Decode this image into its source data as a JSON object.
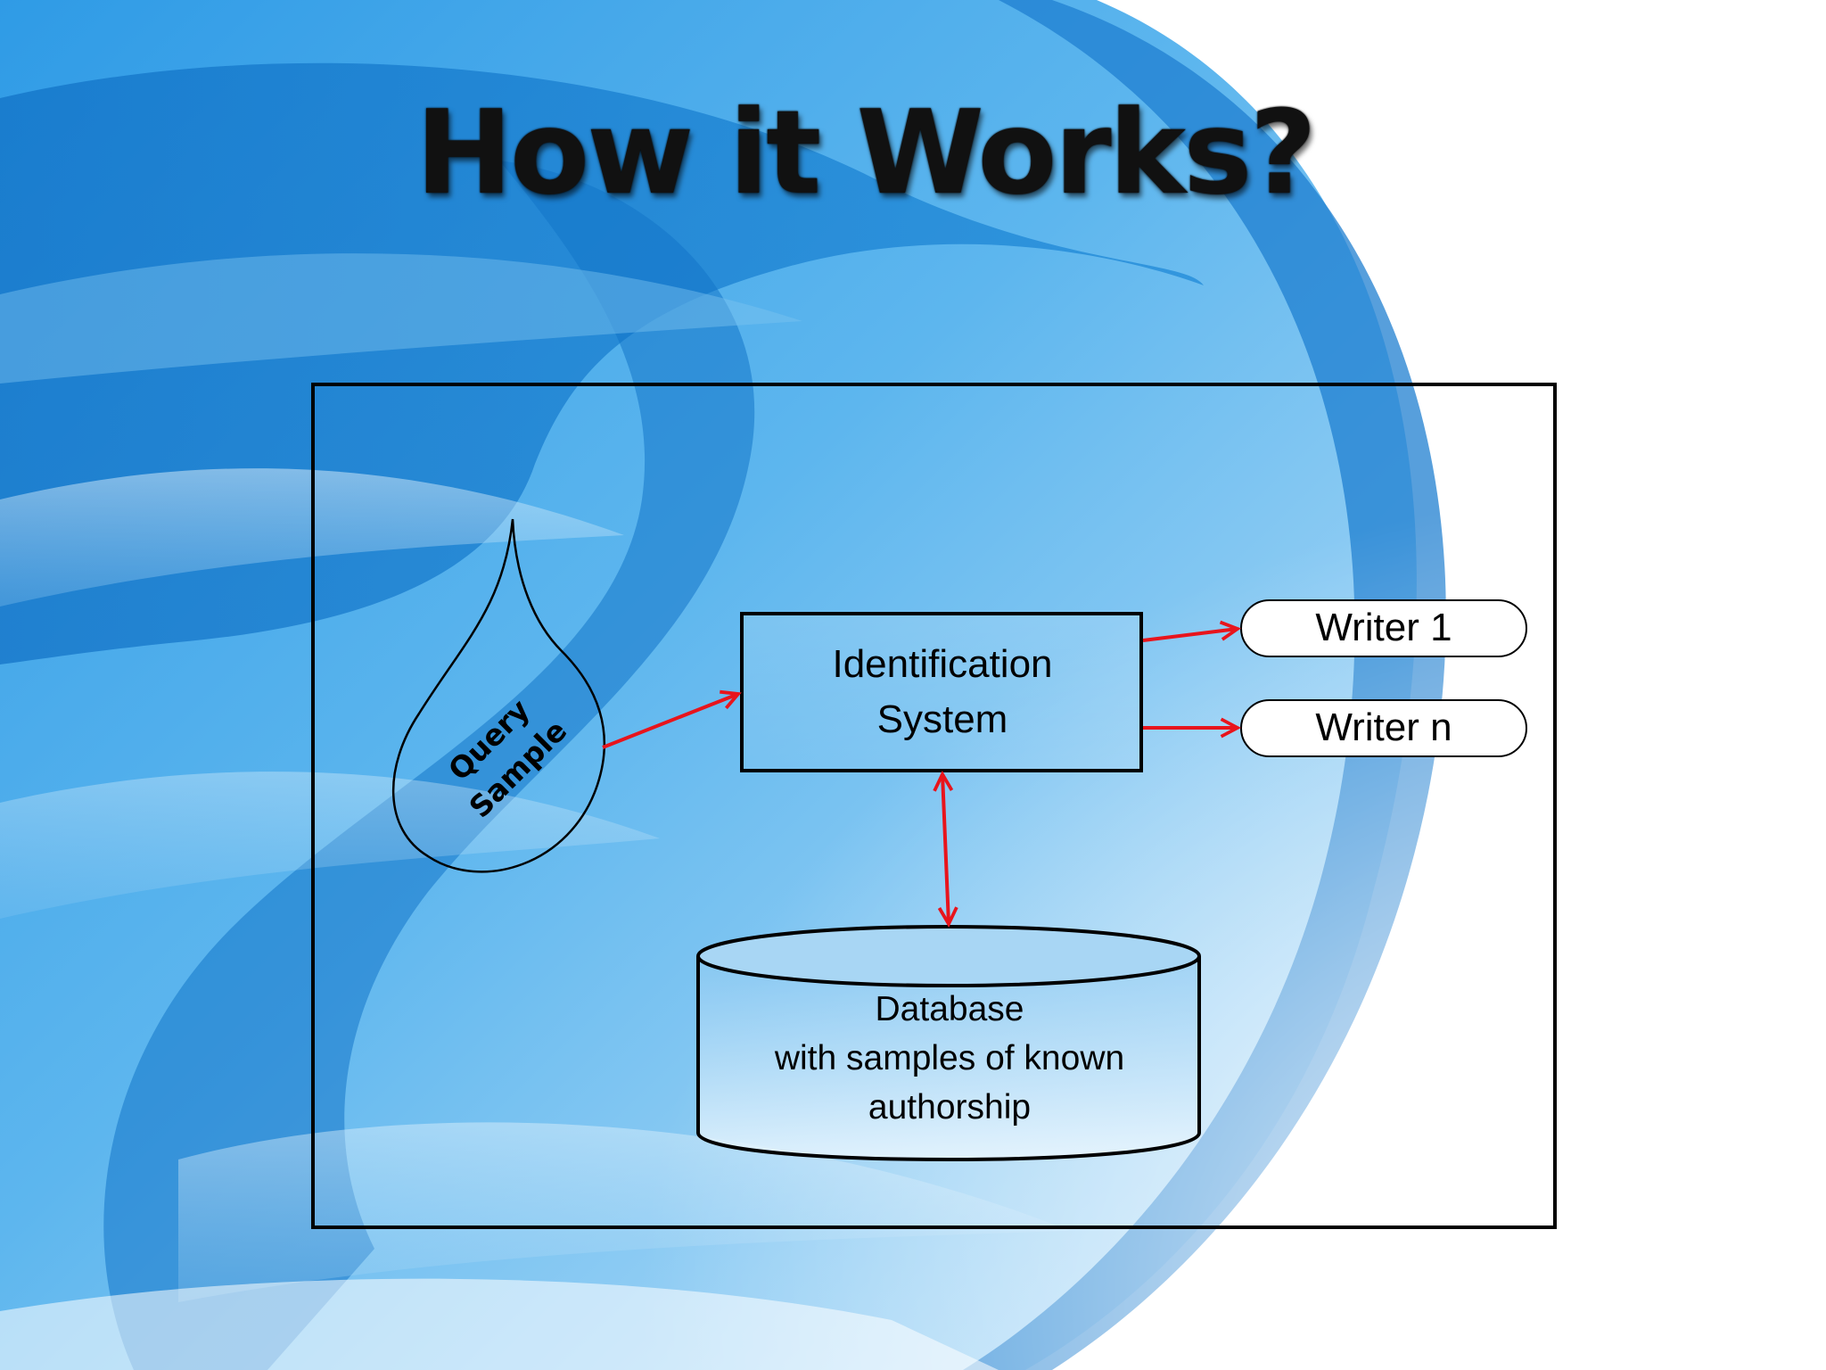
{
  "slide": {
    "title": "How it Works?"
  },
  "diagram": {
    "query_sample": {
      "line1": "Query",
      "line2": "Sample"
    },
    "identification_system": {
      "line1": "Identification",
      "line2": "System"
    },
    "outputs": [
      {
        "label": "Writer 1"
      },
      {
        "label": "Writer n"
      }
    ],
    "database": {
      "line1": "Database",
      "line2": "with samples of known",
      "line3": "authorship"
    },
    "colors": {
      "arrow": "#e8141c",
      "outline": "#000000",
      "background_accent": "#1e88d8"
    }
  }
}
